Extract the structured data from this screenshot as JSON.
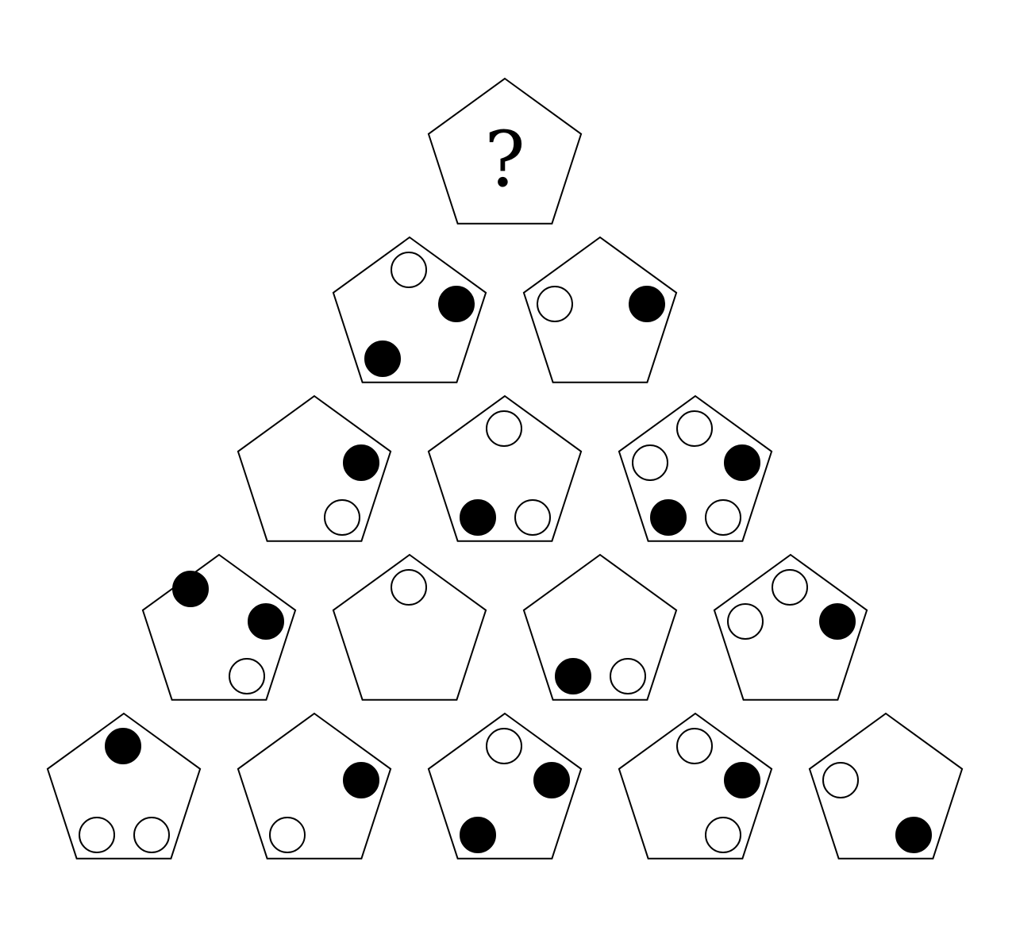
{
  "puzzle": {
    "colors": {
      "outline": "#000000",
      "black_dot": "#000000",
      "white_dot": "#ffffff",
      "background": "#ffffff"
    },
    "top_symbol": "?",
    "rows": [
      [
        {
          "unknown": true,
          "dots": []
        }
      ],
      [
        {
          "unknown": false,
          "dots": [
            {
              "slot": 0,
              "fill": "white"
            },
            {
              "slot": 1,
              "fill": "black"
            },
            {
              "slot": 3,
              "fill": "black"
            }
          ]
        },
        {
          "unknown": false,
          "dots": [
            {
              "slot": 4,
              "fill": "white"
            },
            {
              "slot": 1,
              "fill": "black"
            }
          ]
        }
      ],
      [
        {
          "unknown": false,
          "dots": [
            {
              "slot": 1,
              "fill": "black"
            },
            {
              "slot": 2,
              "fill": "white"
            }
          ]
        },
        {
          "unknown": false,
          "dots": [
            {
              "slot": 0,
              "fill": "white"
            },
            {
              "slot": 3,
              "fill": "black"
            },
            {
              "slot": 2,
              "fill": "white"
            }
          ]
        },
        {
          "unknown": false,
          "dots": [
            {
              "slot": 0,
              "fill": "white"
            },
            {
              "slot": 4,
              "fill": "white"
            },
            {
              "slot": 1,
              "fill": "black"
            },
            {
              "slot": 3,
              "fill": "black"
            },
            {
              "slot": 2,
              "fill": "white"
            }
          ]
        }
      ],
      [
        {
          "unknown": false,
          "dots": [
            {
              "slot": 5,
              "fill": "black"
            },
            {
              "slot": 1,
              "fill": "black"
            },
            {
              "slot": 2,
              "fill": "white"
            }
          ]
        },
        {
          "unknown": false,
          "dots": [
            {
              "slot": 0,
              "fill": "white"
            }
          ]
        },
        {
          "unknown": false,
          "dots": [
            {
              "slot": 3,
              "fill": "black"
            },
            {
              "slot": 2,
              "fill": "white"
            }
          ]
        },
        {
          "unknown": false,
          "dots": [
            {
              "slot": 0,
              "fill": "white"
            },
            {
              "slot": 4,
              "fill": "white"
            },
            {
              "slot": 1,
              "fill": "black"
            }
          ]
        }
      ],
      [
        {
          "unknown": false,
          "dots": [
            {
              "slot": 0,
              "fill": "black"
            },
            {
              "slot": 3,
              "fill": "white"
            },
            {
              "slot": 2,
              "fill": "white"
            }
          ]
        },
        {
          "unknown": false,
          "dots": [
            {
              "slot": 1,
              "fill": "black"
            },
            {
              "slot": 3,
              "fill": "white"
            }
          ]
        },
        {
          "unknown": false,
          "dots": [
            {
              "slot": 0,
              "fill": "white"
            },
            {
              "slot": 1,
              "fill": "black"
            },
            {
              "slot": 3,
              "fill": "black"
            }
          ]
        },
        {
          "unknown": false,
          "dots": [
            {
              "slot": 0,
              "fill": "white"
            },
            {
              "slot": 1,
              "fill": "black"
            },
            {
              "slot": 2,
              "fill": "white"
            }
          ]
        },
        {
          "unknown": false,
          "dots": [
            {
              "slot": 4,
              "fill": "white"
            },
            {
              "slot": 2,
              "fill": "black"
            }
          ]
        }
      ]
    ]
  }
}
